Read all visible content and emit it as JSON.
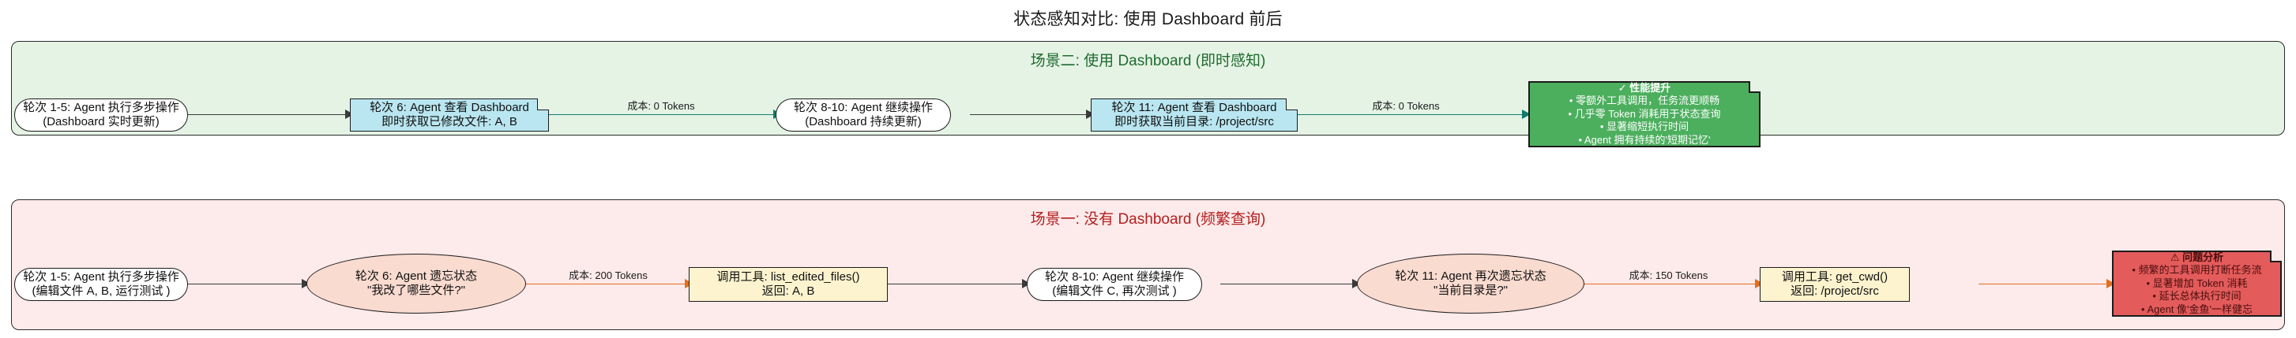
{
  "title": "状态感知对比: 使用 Dashboard 前后",
  "scenario_dashboard": {
    "title": "场景二: 使用 Dashboard (即时感知)",
    "bg_color": "#e5f3e5",
    "title_color": "#1f6b2e",
    "nodes": [
      {
        "name": "turns-1-5",
        "shape": "stadium",
        "lines": [
          "轮次 1-5: Agent 执行多步操作",
          "(Dashboard 实时更新)"
        ]
      },
      {
        "name": "turn-6-view-dashboard",
        "shape": "note",
        "lines": [
          "轮次 6: Agent 查看 Dashboard",
          "即时获取已修改文件: A, B"
        ]
      },
      {
        "name": "turns-8-10",
        "shape": "stadium",
        "lines": [
          "轮次 8-10: Agent 继续操作",
          "(Dashboard 持续更新)"
        ]
      },
      {
        "name": "turn-11-view-dashboard",
        "shape": "note",
        "lines": [
          "轮次 11: Agent 查看 Dashboard",
          "即时获取当前目录: /project/src"
        ]
      },
      {
        "name": "performance-summary",
        "shape": "summary-good",
        "header": "✓ 性能提升",
        "lines": [
          "• 零额外工具调用，任务流更顺畅",
          "• 几乎零 Token 消耗用于状态查询",
          "• 显著缩短执行时间",
          "• Agent 拥有持续的'短期记忆'"
        ]
      }
    ],
    "edge_labels": [
      "成本: 0 Tokens",
      "成本: 0 Tokens"
    ]
  },
  "scenario_no_dashboard": {
    "title": "场景一: 没有 Dashboard (频繁查询)",
    "bg_color": "#fdeaea",
    "title_color": "#b32020",
    "nodes": [
      {
        "name": "turns-1-5",
        "shape": "stadium",
        "lines": [
          "轮次 1-5: Agent 执行多步操作",
          "(编辑文件 A, B, 运行测试 )"
        ]
      },
      {
        "name": "turn-6-forgot-state",
        "shape": "ellipse",
        "lines": [
          "轮次 6: Agent 遗忘状态",
          "\"我改了哪些文件?\""
        ]
      },
      {
        "name": "tool-call-list-edited-files",
        "shape": "rect",
        "lines": [
          "调用工具: list_edited_files()",
          "返回: A, B"
        ]
      },
      {
        "name": "turns-8-10",
        "shape": "stadium",
        "lines": [
          "轮次 8-10: Agent 继续操作",
          "(编辑文件 C, 再次测试 )"
        ]
      },
      {
        "name": "turn-11-forgot-again",
        "shape": "ellipse",
        "lines": [
          "轮次 11: Agent 再次遗忘状态",
          "\"当前目录是?\""
        ]
      },
      {
        "name": "tool-call-get-cwd",
        "shape": "rect",
        "lines": [
          "调用工具: get_cwd()",
          "返回: /project/src"
        ]
      },
      {
        "name": "problem-summary",
        "shape": "summary-bad",
        "header": "⚠ 问题分析",
        "lines": [
          "• 频繁的工具调用打断任务流",
          "• 显著增加 Token 消耗",
          "• 延长总体执行时间",
          "• Agent 像'金鱼'一样健忘"
        ]
      }
    ],
    "edge_labels": [
      "成本: 200 Tokens",
      "成本: 150 Tokens"
    ]
  }
}
